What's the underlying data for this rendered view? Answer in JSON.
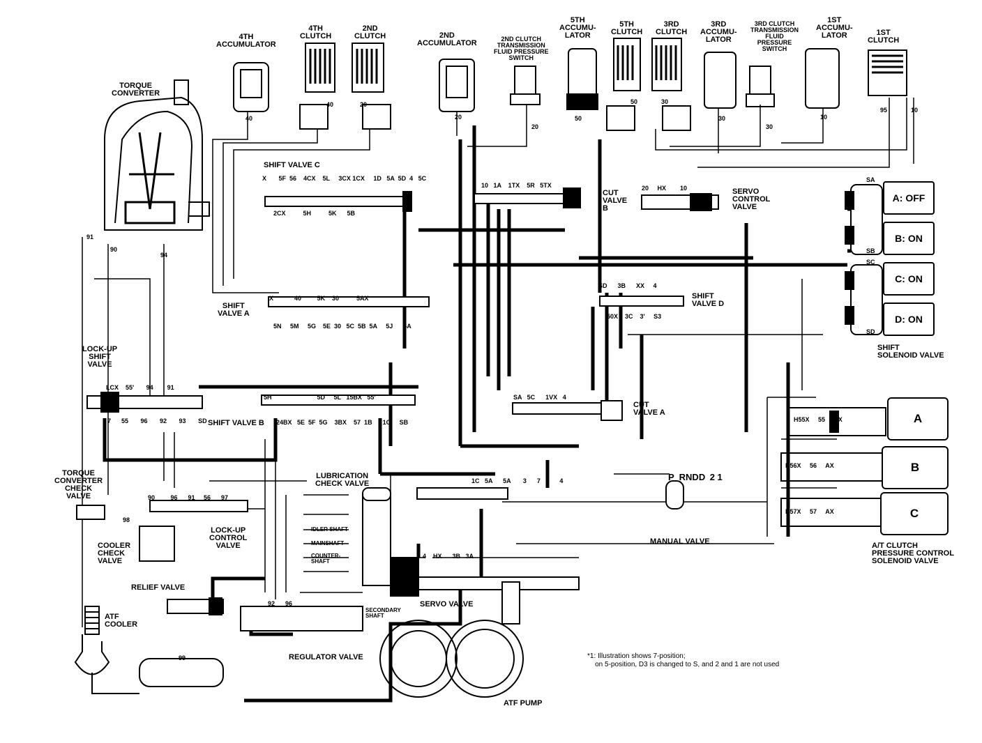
{
  "components": {
    "torque_converter": "TORQUE\nCONVERTER",
    "accumulator_4th": "4TH\nACCUMULATOR",
    "clutch_4th": "4TH\nCLUTCH",
    "clutch_2nd": "2ND\nCLUTCH",
    "accumulator_2nd": "2ND\nACCUMULATOR",
    "pressure_switch_2nd": "2ND CLUTCH\nTRANSMISSION\nFLUID PRESSURE\nSWITCH",
    "accumulator_5th": "5TH\nACCUMU-\nLATOR",
    "clutch_5th": "5TH\nCLUTCH",
    "clutch_3rd": "3RD\nCLUTCH",
    "accumulator_3rd": "3RD\nACCUMU-\nLATOR",
    "pressure_switch_3rd": "3RD CLUTCH\nTRANSMISSION\nFLUID\nPRESSURE\nSWITCH",
    "accumulator_1st": "1ST\nACCUMU-\nLATOR",
    "clutch_1st": "1ST\nCLUTCH",
    "shift_valve_c": "SHIFT VALVE C",
    "cut_valve_b": "CUT\nVALVE\nB",
    "servo_control_valve": "SERVO\nCONTROL\nVALVE",
    "shift_valve_a": "SHIFT\nVALVE A",
    "shift_valve_d": "SHIFT\nVALVE D",
    "lockup_shift_valve": "LOCK-UP\nSHIFT\nVALVE",
    "shift_valve_b": "SHIFT VALVE B",
    "cut_valve_a": "CUT\nVALVE A",
    "torque_converter_check_valve": "TORQUE\nCONVERTER\nCHECK\nVALVE",
    "lockup_control_valve": "LOCK-UP\nCONTROL\nVALVE",
    "cooler_check_valve": "COOLER\nCHECK\nVALVE",
    "lubrication_check_valve": "LUBRICATION\nCHECK VALVE",
    "relief_valve": "RELIEF VALVE",
    "atf_cooler": "ATF\nCOOLER",
    "regulator_valve": "REGULATOR VALVE",
    "servo_valve": "SERVO VALVE",
    "manual_valve": "MANUAL VALVE",
    "atf_pump": "ATF PUMP",
    "shift_solenoid_valve": "SHIFT\nSOLENOID VALVE",
    "pressure_control_solenoid": "A/T CLUTCH\nPRESSURE CONTROL\nSOLENOID VALVE"
  },
  "shafts": {
    "idler": "IDLER SHAFT",
    "main": "MAINSHAFT",
    "counter": "COUNTER-\nSHAFT",
    "secondary": "SECONDARY\nSHAFT"
  },
  "solenoids": [
    "A: OFF",
    "B: ON",
    "C: ON",
    "D: ON"
  ],
  "pressure_control": [
    "A",
    "B",
    "C"
  ],
  "manual_positions": "P  RNDD 2 1",
  "footnote": "*1: Illustration shows 7-position;\n    on 5-position, D3 is changed to S, and 2 and 1 are not used",
  "port_labels": {
    "shift_valve_c_top": "X       5F  56    4CX    5L     3CX 1CX     1D   5A  5D  4   5C",
    "shift_valve_c_bottom": "2CX          5H          5K      5B",
    "shift_valve_a_top": "X            40         5K    30          5AX",
    "shift_valve_a_bottom": "5N     5M     5G    5E  30   5C  5B  5A     5J      5A",
    "shift_valve_b_top": "5H                          5D     5L   15BX   55'",
    "shift_valve_b_bottom": "24BX   5E  5F  5G    3BX    57  1B      1C     SB",
    "lockup_top": "LCX    55'       94        91",
    "lockup_bottom": "7      55       96       92       93       SD",
    "lockup_control": "90         96      91     56      97",
    "cut_valve_b_ports": "10   1A    1TX    5R   5TX",
    "servo_control_ports": "20     HX        10",
    "cut_valve_a_ports": "SA   5C      1VX   4",
    "shift_valve_d_ports": "SD      3B      XX     4",
    "shift_valve_d_bottom": "50X    3C    3'     S3",
    "manual_ports": "1C   5A      5A       3      7           4",
    "servo_ports": "4    HX      3B   3A",
    "regulator_ports": "92      96",
    "solenoid_ports": [
      "SA",
      "SB",
      "SC",
      "SD"
    ],
    "pc_ports_a": "H55X     55     AX",
    "pc_ports_b": "H56X     56     AX",
    "pc_ports_c": "H57X     57     AX",
    "line_numbers": [
      "40",
      "40",
      "20",
      "20",
      "20",
      "50",
      "50",
      "30",
      "30",
      "30",
      "10",
      "95",
      "10",
      "91",
      "90",
      "94",
      "98",
      "99"
    ]
  }
}
